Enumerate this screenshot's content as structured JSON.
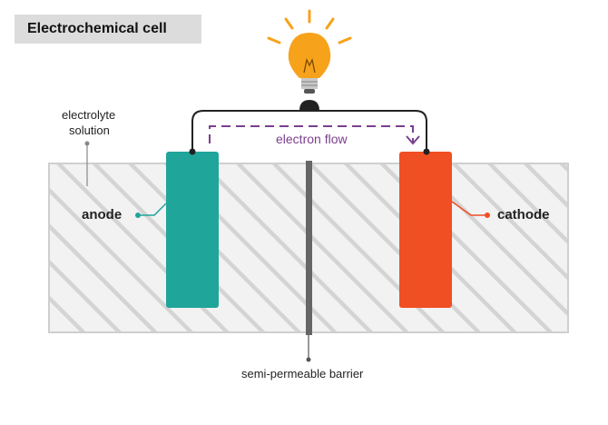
{
  "title": "Electrochemical cell",
  "labels": {
    "electrolyte_line1": "electrolyte",
    "electrolyte_line2": "solution",
    "anode": "anode",
    "cathode": "cathode",
    "electron_flow": "electron flow",
    "barrier": "semi-permeable barrier"
  },
  "colors": {
    "anode": "#20a59a",
    "cathode": "#f04e23",
    "bulb": "#f7a21b",
    "flow": "#7b3f8f",
    "barrier": "#666666",
    "wire": "#222222",
    "title_bg": "#dcdcdc"
  },
  "icons": {
    "bulb": "light-bulb-icon"
  }
}
